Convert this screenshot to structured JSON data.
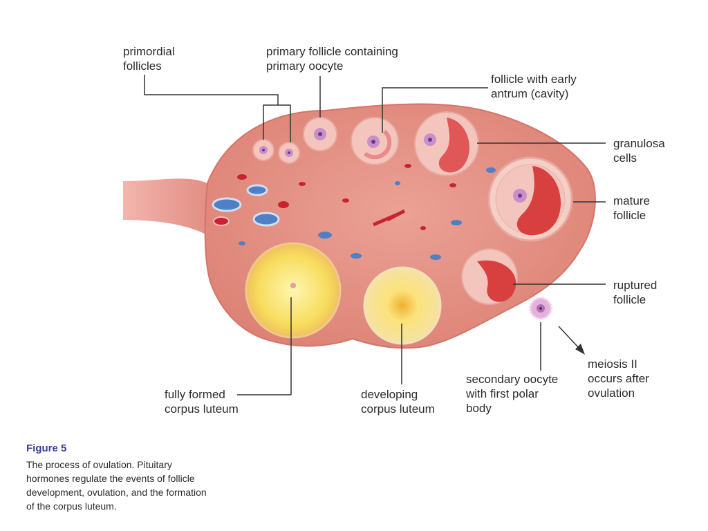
{
  "labels": {
    "primordial": "primordial\nfollicles",
    "primary": "primary follicle containing\nprimary oocyte",
    "antrum": "follicle with early\nantrum (cavity)",
    "granulosa": "granulosa\ncells",
    "mature": "mature\nfollicle",
    "ruptured": "ruptured\nfollicle",
    "meiosis": "meiosis II\noccurs after\novulation",
    "secondary": "secondary oocyte\nwith first polar\nbody",
    "developing_cl": "developing\ncorpus luteum",
    "fully_cl": "fully formed\ncorpus luteum"
  },
  "caption": {
    "title": "Figure 5",
    "text": "The process of ovulation. Pituitary hormones regulate the events of follicle development, ovulation, and the formation of the corpus luteum."
  },
  "colors": {
    "ovary": "#e9958a",
    "ovary_edge": "#d97a70",
    "follicle_ring": "#f3c5bd",
    "oocyte": "#c98fc9",
    "corpus_luteum": "#f5d54c",
    "vessel_blue": "#4f7fc4",
    "vessel_red": "#c8232f",
    "leader": "#333333",
    "caption_title": "#3a3f9a"
  }
}
